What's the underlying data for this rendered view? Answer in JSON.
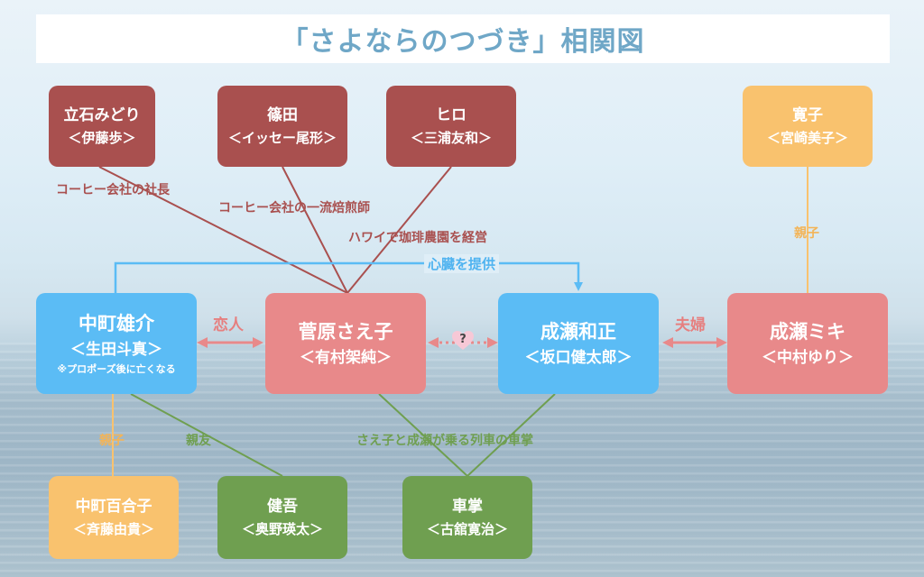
{
  "title": "「さよならのつづき」相関図",
  "characters": {
    "tateishi": {
      "name": "立石みどり",
      "actor": "＜伊藤歩＞"
    },
    "shinoda": {
      "name": "篠田",
      "actor": "＜イッセー尾形＞"
    },
    "hiro": {
      "name": "ヒロ",
      "actor": "＜三浦友和＞"
    },
    "hiroko": {
      "name": "寛子",
      "actor": "＜宮崎美子＞"
    },
    "yusuke": {
      "name": "中町雄介",
      "actor": "＜生田斗真＞",
      "note": "※プロポーズ後に亡くなる"
    },
    "sae": {
      "name": "菅原さえ子",
      "actor": "＜有村架純＞"
    },
    "kazumasa": {
      "name": "成瀬和正",
      "actor": "＜坂口健太郎＞"
    },
    "miki": {
      "name": "成瀬ミキ",
      "actor": "＜中村ゆり＞"
    },
    "yuriko": {
      "name": "中町百合子",
      "actor": "＜斉藤由貴＞"
    },
    "kengo": {
      "name": "健吾",
      "actor": "＜奥野瑛太＞"
    },
    "conductor": {
      "name": "車掌",
      "actor": "＜古舘寛治＞"
    }
  },
  "relations": {
    "coffee_president": "コーヒー会社の社長",
    "coffee_roaster": "コーヒー会社の一流焙煎師",
    "hawaii": "ハワイで珈琲農園を経営",
    "heart_donation": "心臓を提供",
    "parent_child_right": "親子",
    "lovers": "恋人",
    "spouse": "夫婦",
    "unknown": "?",
    "parent_child_left": "親子",
    "best_friend": "親友",
    "conductor_rel": "さえ子と成瀬が乗る列車の車掌"
  },
  "colors": {
    "mentor": "#a9504f",
    "family": "#f9c26e",
    "male_lead": "#5bbcf5",
    "female_lead": "#e8898a",
    "other": "#6f9f50",
    "title_text": "#6fa7c7"
  }
}
